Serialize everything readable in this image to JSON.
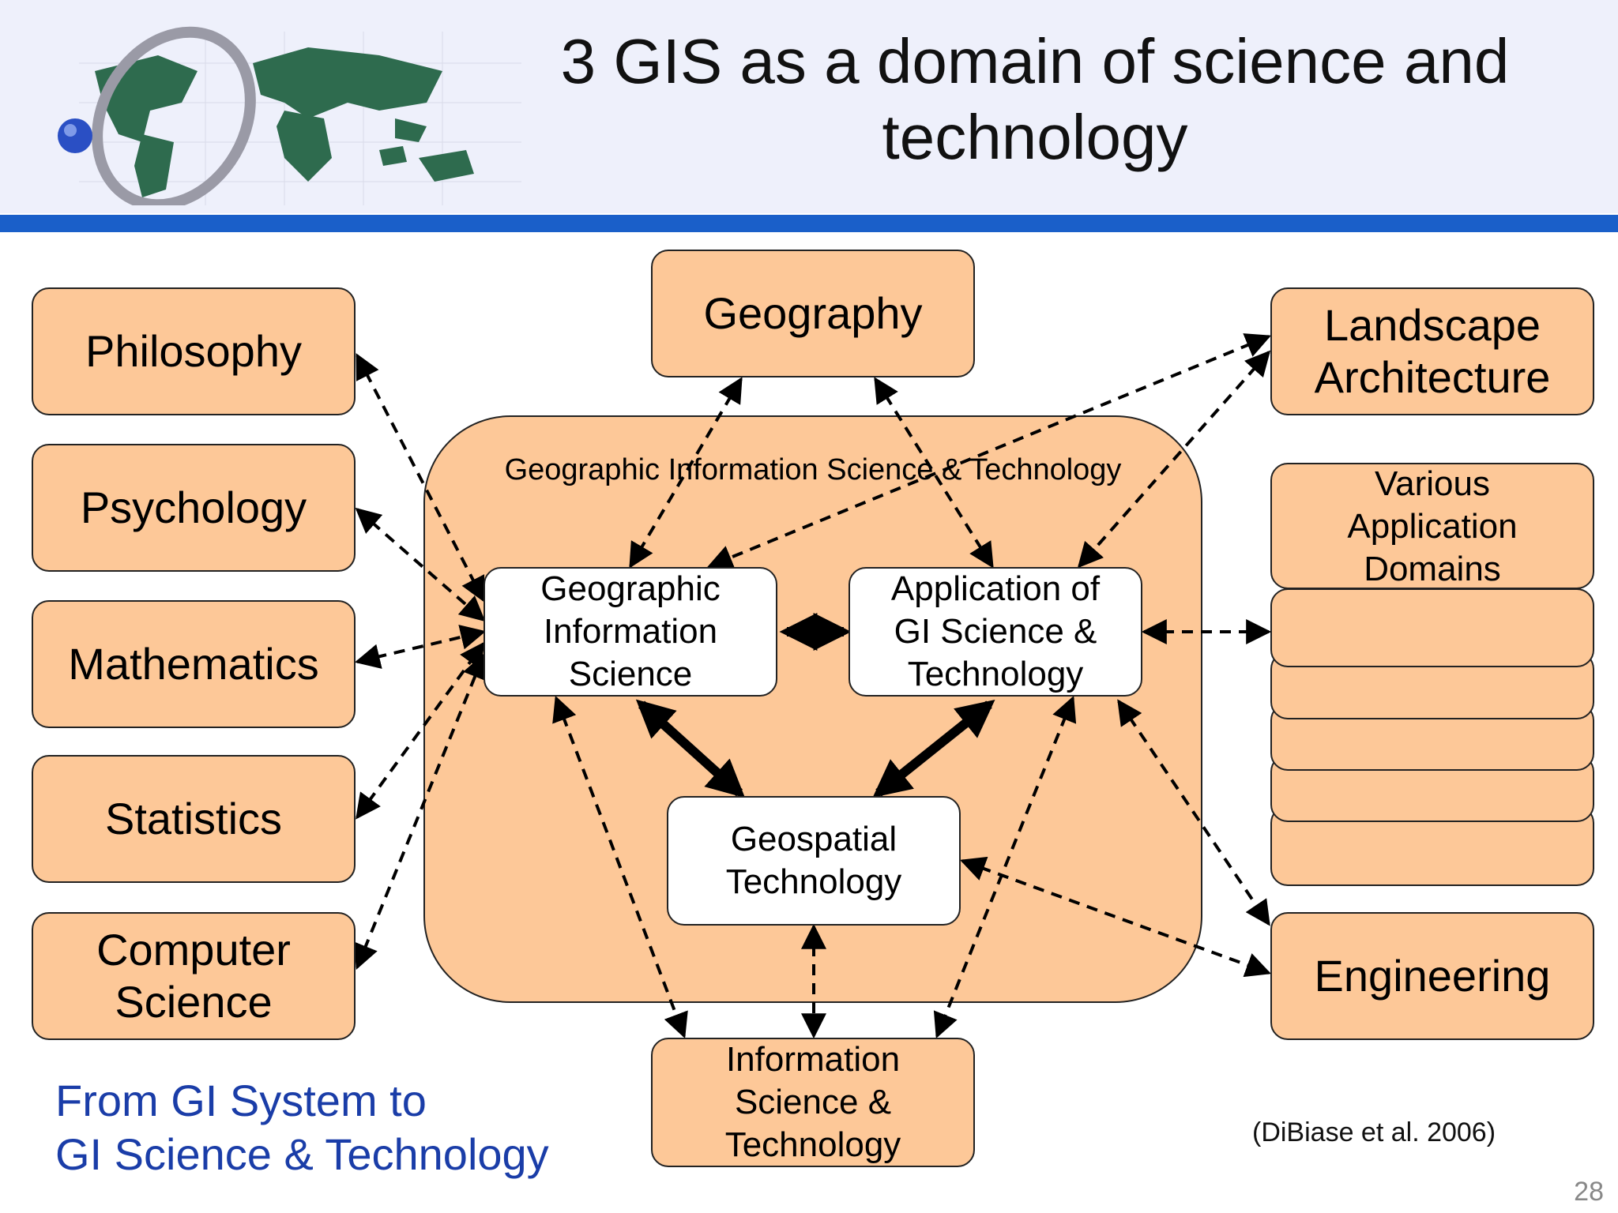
{
  "slide": {
    "title": "3 GIS as a domain of science and technology",
    "page_number": "28",
    "footer_note": "From GI System to\nGI Science & Technology",
    "citation": "(DiBiase et al. 2006)"
  },
  "diagram": {
    "container_label": "Geographic Information Science & Technology",
    "left_disciplines": [
      "Philosophy",
      "Psychology",
      "Mathematics",
      "Statistics",
      "Computer\nScience"
    ],
    "top": "Geography",
    "bottom": "Information\nScience &\nTechnology",
    "right": {
      "landscape": "Landscape\nArchitecture",
      "various": "Various\nApplication\nDomains",
      "engineering": "Engineering"
    },
    "core": {
      "gis": "Geographic\nInformation\nScience",
      "application": "Application of\nGI Science &\nTechnology",
      "geospatial": "Geospatial\nTechnology"
    }
  },
  "colors": {
    "box_fill": "#fdc898",
    "header_bar": "#1a5fc9",
    "footer_text": "#1a3da8"
  }
}
